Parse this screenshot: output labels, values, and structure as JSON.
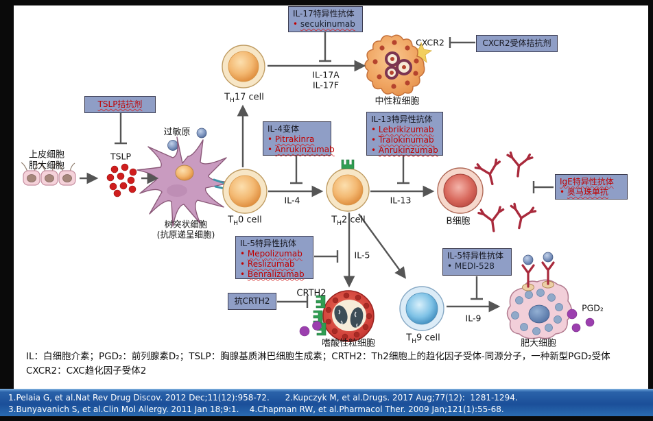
{
  "boxes": {
    "tslp_antagonist": {
      "title": "TSLP拮抗剂"
    },
    "il17_ab": {
      "title": "IL-17特异性抗体",
      "items": [
        "secukinumab"
      ]
    },
    "cxcr2_antagonist": {
      "title": "CXCR2受体拮抗剂"
    },
    "il4_variant": {
      "title": "IL-4变体",
      "items": [
        "Pitrakinra",
        "Anrukinzumab"
      ]
    },
    "il13_ab": {
      "title": "IL-13特异性抗体",
      "items": [
        "Lebrikizumab",
        "Tralokinumab",
        "Anrukinzumab"
      ]
    },
    "ige_ab": {
      "title": "IgE特异性抗体",
      "items": [
        "奥马珠单抗"
      ]
    },
    "il5_ab": {
      "title": "IL-5特异性抗体",
      "items": [
        "Mepolizumab",
        "Reslizumab",
        "Benralizumab"
      ]
    },
    "anti_crth2": {
      "title": "抗CRTH2"
    },
    "il9_ab": {
      "title": "IL-5特异性抗体",
      "items": [
        "MEDI-528"
      ]
    }
  },
  "cells": {
    "epithelial": {
      "line1": "上皮细胞",
      "line2": "肥大细胞"
    },
    "dendritic": {
      "line1": "树突状细胞",
      "line2": "(抗原递呈细胞)"
    },
    "th17": {
      "pre": "T",
      "sub": "H",
      "post": "17 cell"
    },
    "th0": {
      "pre": "T",
      "sub": "H",
      "post": "0 cell"
    },
    "th2": {
      "pre": "T",
      "sub": "H",
      "post": "2 cell"
    },
    "th9": {
      "pre": "T",
      "sub": "H",
      "post": "9 cell"
    },
    "neutrophil": "中性粒细胞",
    "b_cell": "B细胞",
    "eosinophil": "嗜酸性粒细胞",
    "mast_cell": "肥大细胞"
  },
  "molecules": {
    "tslp": "TSLP",
    "allergen": "过敏原",
    "cxcr2": "CXCR2",
    "crth2": "CRTH2",
    "il17a": "IL-17A",
    "il17f": "IL-17F",
    "il4": "IL-4",
    "il13": "IL-13",
    "il5": "IL-5",
    "il9": "IL-9",
    "pgd2": "PGD₂"
  },
  "footnote": {
    "line1": "IL：白细胞介素；PGD₂：前列腺素D₂；TSLP：胸腺基质淋巴细胞生成素；CRTH2：Th2细胞上的趋化因子受体-同源分子，一种新型PGD₂受体",
    "line2": "CXCR2：CXC趋化因子受体2"
  },
  "references": {
    "line1": "1.Pelaia G, et al.Nat Rev Drug Discov. 2012 Dec;11(12):958-72.      2.Kupczyk M, et al.Drugs. 2017 Aug;77(12):  1281-1294.",
    "line2": "3.Bunyavanich S, et al.Clin Mol Allergy. 2011 Jan 18;9:1.    4.Chapman RW, et al.Pharmacol Ther. 2009 Jan;121(1):55-68."
  },
  "colors": {
    "box_fill": "#8f9ec6",
    "box_border": "#3c3c50",
    "drug_red": "#c00000",
    "arrow_gray": "#555555",
    "refbar_blue": "#1b4f99",
    "antibody_red": "#a92a3c",
    "receptor_green": "#2f9e52",
    "pgd2_purple": "#9b3fae"
  }
}
